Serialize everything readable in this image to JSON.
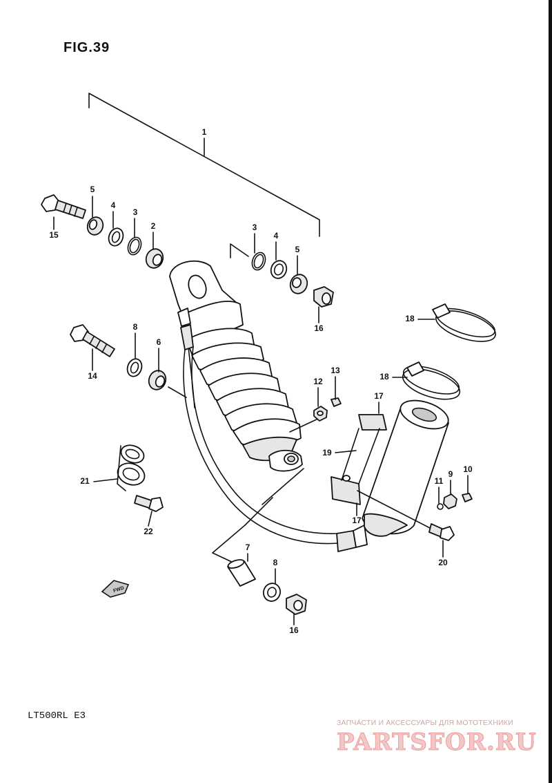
{
  "figure": {
    "title": "FIG.39",
    "model_code": "LT500RL  E3"
  },
  "watermark": {
    "caption": "ЗАПЧАСТИ И АКСЕССУАРЫ ДЛЯ МОТОТЕХНИКИ",
    "logo_text": "PARTSFOR.RU"
  },
  "callouts": {
    "c1": "1",
    "c2": "2",
    "c3_left": "3",
    "c3_right": "3",
    "c4_left": "4",
    "c4_right": "4",
    "c5_left": "5",
    "c5_right": "5",
    "c6": "6",
    "c7": "7",
    "c8_upper": "8",
    "c8_lower": "8",
    "c9": "9",
    "c10": "10",
    "c11": "11",
    "c12": "12",
    "c13": "13",
    "c14": "14",
    "c15": "15",
    "c16_upper": "16",
    "c16_lower": "16",
    "c17_upper": "17",
    "c17_lower": "17",
    "c18_upper": "18",
    "c18_lower": "18",
    "c19": "19",
    "c20": "20",
    "c21": "21",
    "c22": "22"
  },
  "direction_marker": "FWD"
}
